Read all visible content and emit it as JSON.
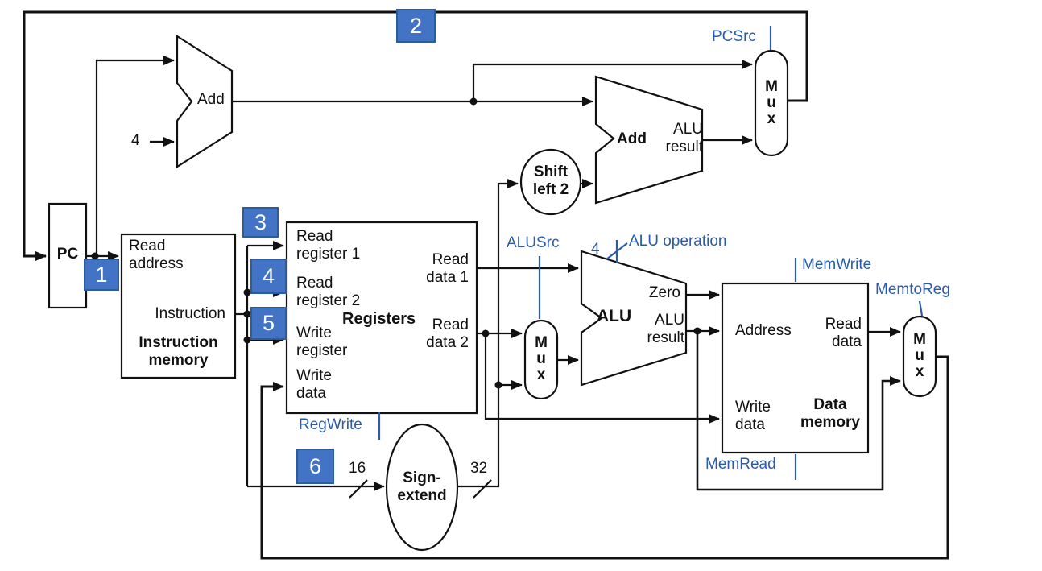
{
  "diagram": {
    "badges": {
      "b1": "1",
      "b2": "2",
      "b3": "3",
      "b4": "4",
      "b5": "5",
      "b6": "6"
    },
    "pc": {
      "label": "PC"
    },
    "imem": {
      "title": "Instruction\nmemory",
      "read_address": "Read\naddress",
      "instruction": "Instruction"
    },
    "add_pc": {
      "label": "Add",
      "const_in": "4"
    },
    "add_branch": {
      "label": "Add",
      "result": "ALU\nresult"
    },
    "shift": {
      "label": "Shift\nleft 2"
    },
    "regs": {
      "title": "Registers",
      "read_register_1": "Read\nregister 1",
      "read_register_2": "Read\nregister 2",
      "write_register": "Write\nregister",
      "write_data": "Write\ndata",
      "read_data_1": "Read\ndata 1",
      "read_data_2": "Read\ndata 2"
    },
    "sign_extend": {
      "label": "Sign-\nextend",
      "bits_in": "16",
      "bits_out": "32"
    },
    "alu": {
      "label": "ALU",
      "zero": "Zero",
      "result": "ALU\nresult"
    },
    "dmem": {
      "title": "Data\nmemory",
      "address": "Address",
      "read_data": "Read\ndata",
      "write_data": "Write\ndata"
    },
    "mux": {
      "label": "M\nu\nx"
    },
    "control": {
      "pcsrc": "PCSrc",
      "alusrc": "ALUSrc",
      "alu_operation": "ALU operation",
      "alu_operation_bits": "4",
      "memwrite": "MemWrite",
      "memtoreg": "MemtoReg",
      "memread": "MemRead",
      "regwrite": "RegWrite"
    },
    "colors": {
      "wire": "#111111",
      "control_blue": "#2b5ca9",
      "badge_bg": "#4273c4",
      "badge_border": "#2b5ca0",
      "badge_text": "#ffffff"
    }
  }
}
